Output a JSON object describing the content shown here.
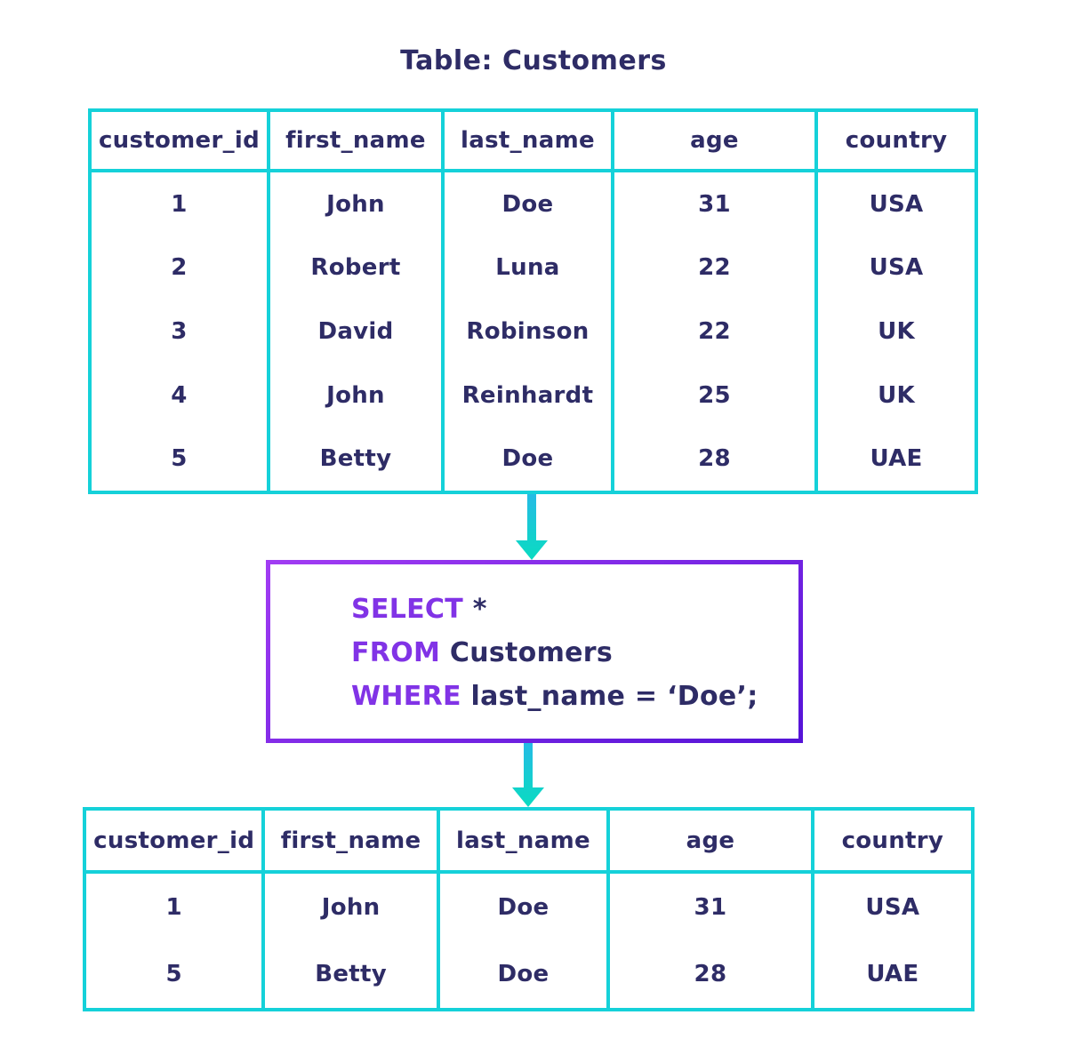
{
  "title": "Table: Customers",
  "colors": {
    "table_border": "#15d1d9",
    "text": "#2e2c66",
    "sql_keyword": "#8133e6",
    "query_border_start": "#a13cf3",
    "query_border_end": "#5513d7",
    "arrow_start": "#25bbe5",
    "arrow_end": "#0adbc2"
  },
  "source_table": {
    "columns": [
      "customer_id",
      "first_name",
      "last_name",
      "age",
      "country"
    ],
    "rows": [
      [
        "1",
        "John",
        "Doe",
        "31",
        "USA"
      ],
      [
        "2",
        "Robert",
        "Luna",
        "22",
        "USA"
      ],
      [
        "3",
        "David",
        "Robinson",
        "22",
        "UK"
      ],
      [
        "4",
        "John",
        "Reinhardt",
        "25",
        "UK"
      ],
      [
        "5",
        "Betty",
        "Doe",
        "28",
        "UAE"
      ]
    ]
  },
  "query": {
    "lines": [
      {
        "keyword": "SELECT",
        "rest": " *"
      },
      {
        "keyword": "FROM",
        "rest": " Customers"
      },
      {
        "keyword": "WHERE",
        "rest": " last_name = ‘Doe’;"
      }
    ]
  },
  "result_table": {
    "columns": [
      "customer_id",
      "first_name",
      "last_name",
      "age",
      "country"
    ],
    "rows": [
      [
        "1",
        "John",
        "Doe",
        "31",
        "USA"
      ],
      [
        "5",
        "Betty",
        "Doe",
        "28",
        "UAE"
      ]
    ]
  }
}
